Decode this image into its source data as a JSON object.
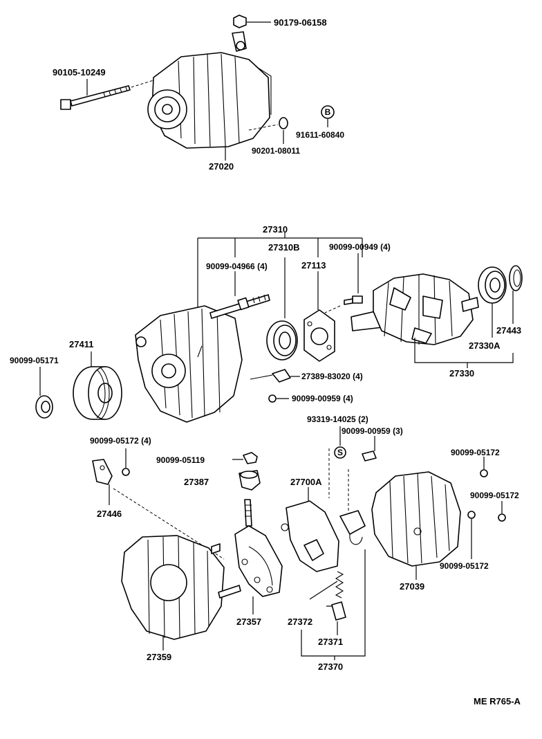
{
  "labels": {
    "p_90179_06158": "90179-06158",
    "p_90105_10249": "90105-10249",
    "p_91611_60840": "91611-60840",
    "p_90201_08011": "90201-08011",
    "p_27020": "27020",
    "p_27310": "27310",
    "p_27310B": "27310B",
    "p_90099_00949": "90099-00949 (4)",
    "p_90099_04966": "90099-04966 (4)",
    "p_27113": "27113",
    "p_27411": "27411",
    "p_90099_05171": "90099-05171",
    "p_27443": "27443",
    "p_27330A": "27330A",
    "p_27389_83020": "27389-83020 (4)",
    "p_27330": "27330",
    "p_90099_00959_4": "90099-00959 (4)",
    "p_93319_14025": "93319-14025 (2)",
    "p_90099_00959_3": "90099-00959 (3)",
    "p_90099_05172_4": "90099-05172 (4)",
    "p_90099_05119": "90099-05119",
    "p_90099_05172_a": "90099-05172",
    "p_27387": "27387",
    "p_27700A": "27700A",
    "p_90099_05172_b": "90099-05172",
    "p_27446": "27446",
    "p_90099_05172_c": "90099-05172",
    "p_27039": "27039",
    "p_27372": "27372",
    "p_27357": "27357",
    "p_27371": "27371",
    "p_27359": "27359",
    "p_27370": "27370",
    "ref_code": "ME  R765-A"
  },
  "markers": {
    "b_symbol": "B",
    "s_symbol": "S"
  }
}
